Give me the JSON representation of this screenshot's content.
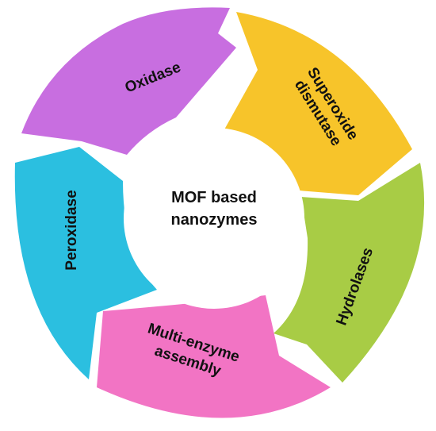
{
  "diagram": {
    "center": {
      "line1": "MOF based",
      "line2": "nanozymes"
    },
    "segments": [
      {
        "id": "oxidase",
        "label": "Oxidase",
        "color": "#c86ee0"
      },
      {
        "id": "superoxide",
        "label_line1": "Superoxide",
        "label_line2": "dismutase",
        "color": "#f7c42a"
      },
      {
        "id": "hydrolases",
        "label": "Hydrolases",
        "color": "#a8cc45"
      },
      {
        "id": "multi-enzyme",
        "label_line1": "Multi-enzyme",
        "label_line2": "assembly",
        "color": "#f274c4"
      },
      {
        "id": "peroxidase",
        "label": "Peroxidase",
        "color": "#2bbfe0"
      }
    ]
  }
}
